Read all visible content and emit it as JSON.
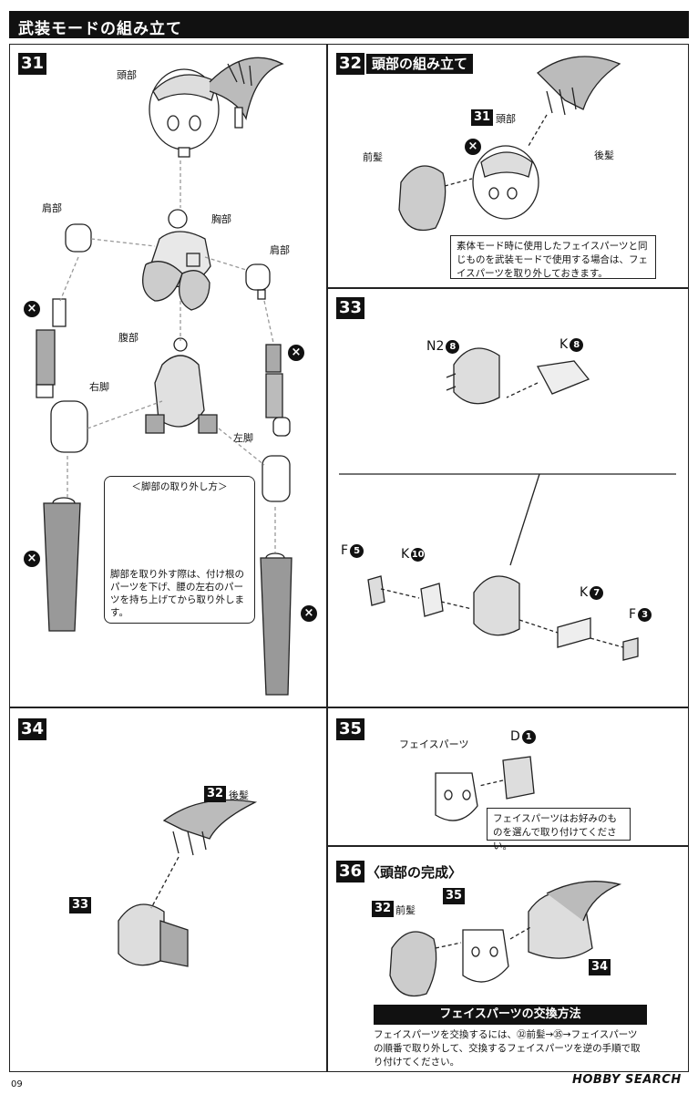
{
  "header": {
    "title": "武装モードの組み立て"
  },
  "step31": {
    "number": "31",
    "labels": {
      "head": "頭部",
      "chest": "胸部",
      "shoulder_left": "肩部",
      "shoulder_right": "肩部",
      "waist": "腹部",
      "right_leg": "右脚",
      "left_leg": "左脚"
    },
    "note": {
      "title": "＜脚部の取り外し方＞",
      "body": "脚部を取り外す際は、付け根のパーツを下げ、腰の左右のパーツを持ち上げてから取り外します。"
    }
  },
  "step32": {
    "number": "32",
    "title": "頭部の組み立て",
    "ref_number": "31",
    "ref_label": "頭部",
    "front_hair": "前髪",
    "back_hair": "後髪",
    "note": "素体モード時に使用したフェイスパーツと同じものを武装モードで使用する場合は、フェイスパーツを取り外しておきます。"
  },
  "step33": {
    "number": "33",
    "parts": [
      {
        "letter": "N2",
        "num": "8"
      },
      {
        "letter": "K",
        "num": "8"
      },
      {
        "letter": "F",
        "num": "5"
      },
      {
        "letter": "K",
        "num": "10"
      },
      {
        "letter": "K",
        "num": "7"
      },
      {
        "letter": "F",
        "num": "3"
      }
    ]
  },
  "step34": {
    "number": "34",
    "ref_back": "32",
    "back_hair": "後髪",
    "ref_head": "33"
  },
  "step35": {
    "number": "35",
    "face_label": "フェイスパーツ",
    "part": {
      "letter": "D",
      "num": "1"
    },
    "note": "フェイスパーツはお好みのものを選んで取り付けてください。"
  },
  "step36": {
    "number": "36",
    "title": "〈頭部の完成〉",
    "ref_front": "32",
    "front_hair": "前髪",
    "ref_face": "35",
    "ref_body": "34",
    "exchange_title": "フェイスパーツの交換方法",
    "exchange_body": "フェイスパーツを交換するには、㉜前髪→㉟→フェイスパーツの順番で取り外して、交換するフェイスパーツを逆の手順で取り付けてください。"
  },
  "footer": {
    "page": "09",
    "brand": "HOBBY SEARCH"
  }
}
